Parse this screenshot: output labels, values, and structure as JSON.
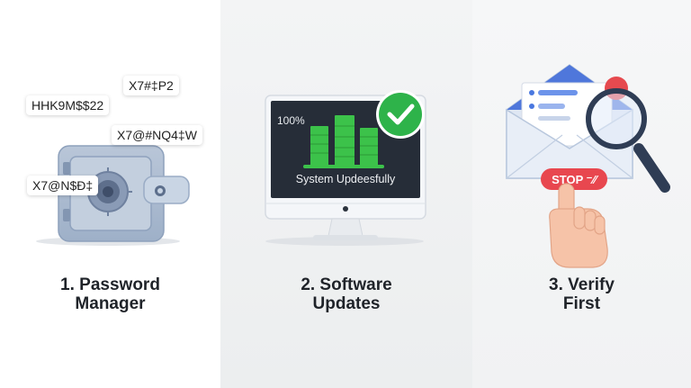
{
  "panels": [
    {
      "caption_line1": "1. Password",
      "caption_line2": "Manager",
      "password_chips": [
        "X7#‡P2",
        "HHK9M$$22",
        "X7@#NQ4‡W",
        "X7@N$Ð‡"
      ]
    },
    {
      "caption_line1": "2. Software",
      "caption_line2": "Updates",
      "progress_label": "100%",
      "status_text": "System Updeesfully",
      "progress_value": 1.0
    },
    {
      "caption_line1": "3. Verify",
      "caption_line2": "First",
      "stop_label": "STOP ⁻⁄⁄"
    }
  ],
  "icons": {
    "safe": "safe-icon",
    "monitor": "monitor-icon",
    "checkmark": "checkmark-icon",
    "envelope": "envelope-icon",
    "magnifier": "magnifying-glass-icon",
    "hand": "pointing-hand-icon"
  },
  "colors": {
    "check_green": "#2eb34a",
    "bar_green": "#3cc24a",
    "screen_dark": "#262d38",
    "stop_red": "#e8474f",
    "magnifier_navy": "#2f3d55"
  }
}
